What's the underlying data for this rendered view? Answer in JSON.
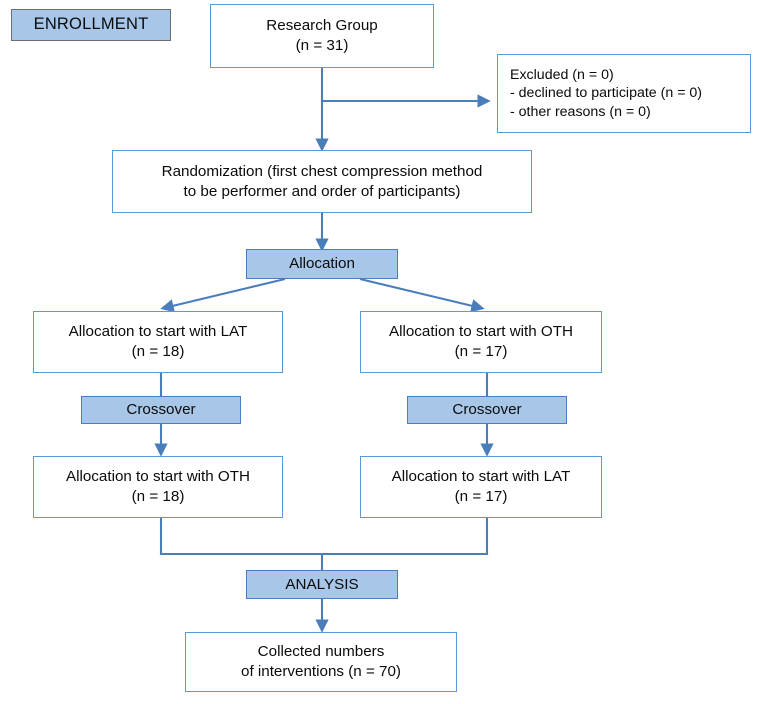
{
  "diagram": {
    "title": "CONSORT participant flow diagram",
    "type": "flowchart",
    "colors": {
      "box_border": "#5b9bd5",
      "banner_fill": "#a7c6e8",
      "banner_border": "#4a7ebb",
      "legend_border": "#6b7076",
      "connector": "#4a7ebb",
      "text": "#0b0b0b",
      "background": "#ffffff"
    },
    "stages": {
      "enrollment_label": "ENROLLMENT",
      "allocation_label": "Allocation",
      "crossover_label_left": "Crossover",
      "crossover_label_right": "Crossover",
      "analysis_label": "ANALYSIS"
    },
    "nodes": {
      "research_group": "Research Group\n(n = 31)",
      "excluded": "Excluded (n = 0)\n- declined to participate (n = 0)\n- other reasons (n = 0)",
      "randomization": "Randomization (first chest compression method\nto be performer and order of participants)",
      "alloc_lat_first": "Allocation to start with LAT\n(n = 18)",
      "alloc_oth_first": "Allocation to start with OTH\n(n = 17)",
      "alloc_oth_second": "Allocation to start with OTH\n(n = 18)",
      "alloc_lat_second": "Allocation to start with LAT\n(n = 17)",
      "collected": "Collected numbers\nof interventions (n = 70)"
    },
    "counts": {
      "enrolled": 31,
      "excluded_total": 0,
      "excluded_declined": 0,
      "excluded_other": 0,
      "lat_first": 18,
      "oth_first": 17,
      "oth_second": 18,
      "lat_second": 17,
      "interventions": 70
    }
  }
}
